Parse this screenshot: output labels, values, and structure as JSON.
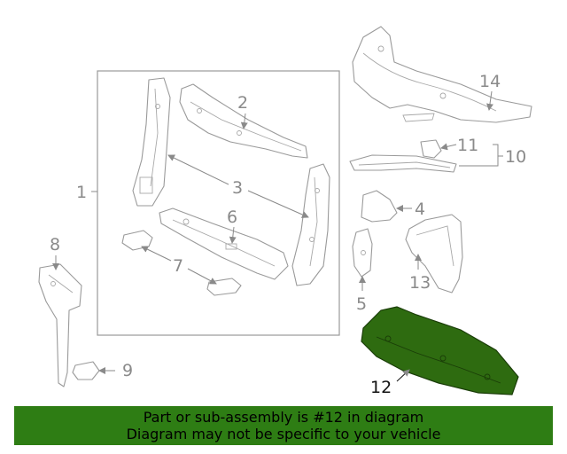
{
  "callouts": {
    "c1": "1",
    "c2": "2",
    "c3": "3",
    "c4": "4",
    "c5": "5",
    "c6": "6",
    "c7": "7",
    "c8": "8",
    "c9": "9",
    "c10": "10",
    "c11": "11",
    "c12": "12",
    "c13": "13",
    "c14": "14"
  },
  "highlight_color": "#2e6b10",
  "banner": {
    "line1": "Part or sub-assembly is #12 in diagram",
    "line2": "Diagram may not be specific to your vehicle",
    "background": "#2e7d14"
  }
}
